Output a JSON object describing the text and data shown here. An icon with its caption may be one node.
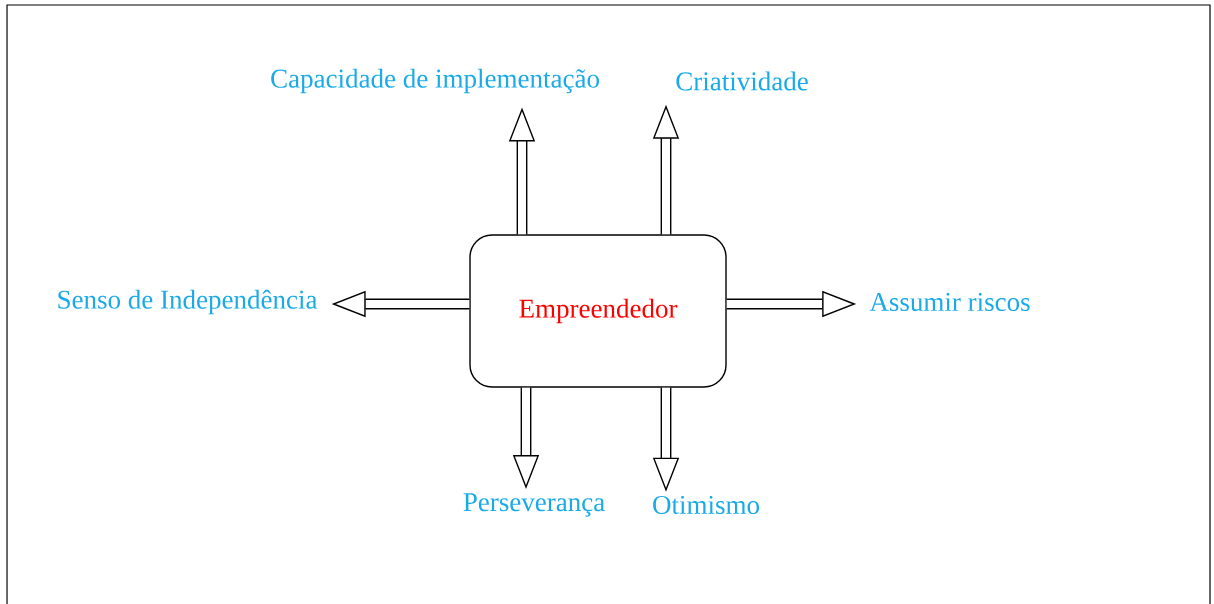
{
  "diagram": {
    "nodes": [
      {
        "text": [
          "Empreendedor"
        ]
      },
      {
        "text": [
          "Capacidade de implementação"
        ]
      },
      {
        "text": [
          "Criatividade"
        ]
      },
      {
        "text": [
          "Senso de Independência"
        ]
      },
      {
        "text": [
          "Assumir riscos"
        ]
      },
      {
        "text": [
          "Perseverança"
        ]
      },
      {
        "text": [
          "Otimismo"
        ]
      }
    ],
    "edges": [
      {
        "from": 0,
        "to": 1,
        "arrow": "to"
      },
      {
        "from": 0,
        "to": 2,
        "arrow": "to"
      },
      {
        "from": 0,
        "to": 3,
        "arrow": "to"
      },
      {
        "from": 0,
        "to": 4,
        "arrow": "to"
      },
      {
        "from": 0,
        "to": 5,
        "arrow": "to"
      },
      {
        "from": 0,
        "to": 6,
        "arrow": "to"
      }
    ]
  }
}
